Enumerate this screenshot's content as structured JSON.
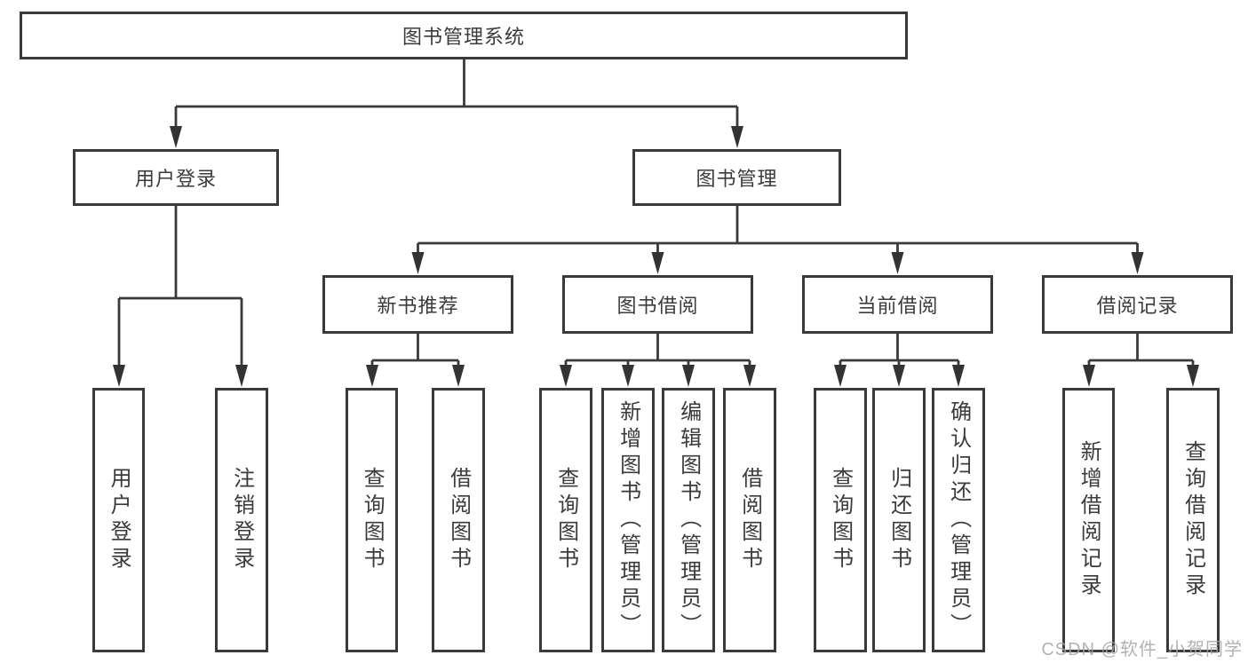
{
  "diagram": {
    "type": "hierarchy-tree",
    "colors": {
      "line": "#3a3a3a",
      "arrow": "#333333",
      "box_border": "#3a3a3a",
      "text": "#3b3b3b",
      "background": "#ffffff",
      "watermark": "#a5a5a5"
    },
    "nodes": {
      "root": {
        "label": "图书管理系统"
      },
      "user_login": {
        "label": "用户登录"
      },
      "book_management": {
        "label": "图书管理"
      },
      "new_book_recommend": {
        "label": "新书推荐"
      },
      "book_borrowing": {
        "label": "图书借阅"
      },
      "current_borrowing": {
        "label": "当前借阅"
      },
      "borrow_records": {
        "label": "借阅记录"
      },
      "l_user_login": {
        "label": "用户登录"
      },
      "l_logout": {
        "label": "注销登录"
      },
      "l_query_1": {
        "label": "查询图书"
      },
      "l_borrow_1": {
        "label": "借阅图书"
      },
      "l_query_2": {
        "label": "查询图书"
      },
      "l_add_book": {
        "label": "新增图书（管理员）"
      },
      "l_edit_book": {
        "label": "编辑图书（管理员）"
      },
      "l_borrow_2": {
        "label": "借阅图书"
      },
      "l_query_3": {
        "label": "查询图书"
      },
      "l_return_book": {
        "label": "归还图书"
      },
      "l_confirm_return": {
        "label": "确认归还（管理员）"
      },
      "l_add_record": {
        "label": "新增借阅记录"
      },
      "l_query_record": {
        "label": "查询借阅记录"
      }
    },
    "edges": [
      "root->user_login",
      "root->book_management",
      "user_login->l_user_login",
      "user_login->l_logout",
      "book_management->new_book_recommend",
      "book_management->book_borrowing",
      "book_management->current_borrowing",
      "book_management->borrow_records",
      "new_book_recommend->l_query_1",
      "new_book_recommend->l_borrow_1",
      "book_borrowing->l_query_2",
      "book_borrowing->l_add_book",
      "book_borrowing->l_edit_book",
      "book_borrowing->l_borrow_2",
      "current_borrowing->l_query_3",
      "current_borrowing->l_return_book",
      "current_borrowing->l_confirm_return",
      "borrow_records->l_add_record",
      "borrow_records->l_query_record"
    ]
  },
  "watermark": {
    "text": "CSDN @软件_小贺同学"
  }
}
